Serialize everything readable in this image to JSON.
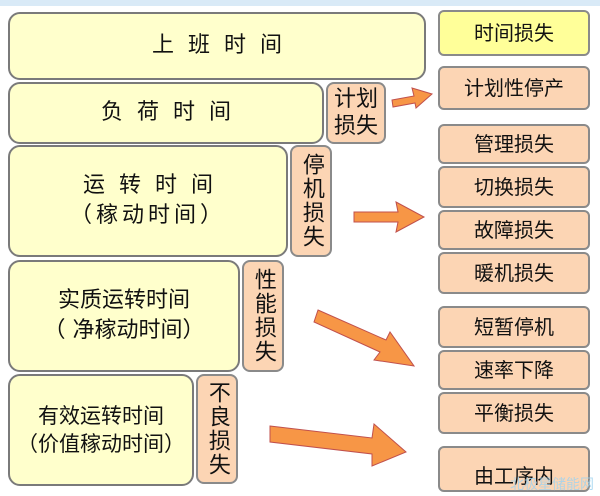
{
  "main_boxes": [
    {
      "label": "上班时间"
    },
    {
      "label": "负荷时间"
    },
    {
      "label_line1": "运转时间",
      "label_line2": "（稼动时间）"
    },
    {
      "label_line1": "实质运转时间",
      "label_line2": "（ 净稼动时间）"
    },
    {
      "label_line1": "有效运转时间",
      "label_line2": "（价值稼动时间）"
    }
  ],
  "connector_labels": {
    "plan_loss": "计划损失",
    "stop_loss": "停机损失",
    "performance_loss": "性能损失",
    "defect_loss": "不良损失"
  },
  "loss_items": {
    "time_loss": "时间损失",
    "planned_stop": "计划性停产",
    "management_loss": "管理损失",
    "changeover_loss": "切换损失",
    "breakdown_loss": "故障损失",
    "warmup_loss": "暖机损失",
    "short_stop": "短暂停机",
    "speed_reduction": "速率下降",
    "balance_loss": "平衡损失",
    "partial_bottom": "由工序内"
  },
  "watermark": "北极星储能网",
  "colors": {
    "main_fill": "#ffffcc",
    "loss_fill": "#fcd5b4",
    "header_fill": "#ffff99",
    "arrow_fill": "#f79646"
  }
}
